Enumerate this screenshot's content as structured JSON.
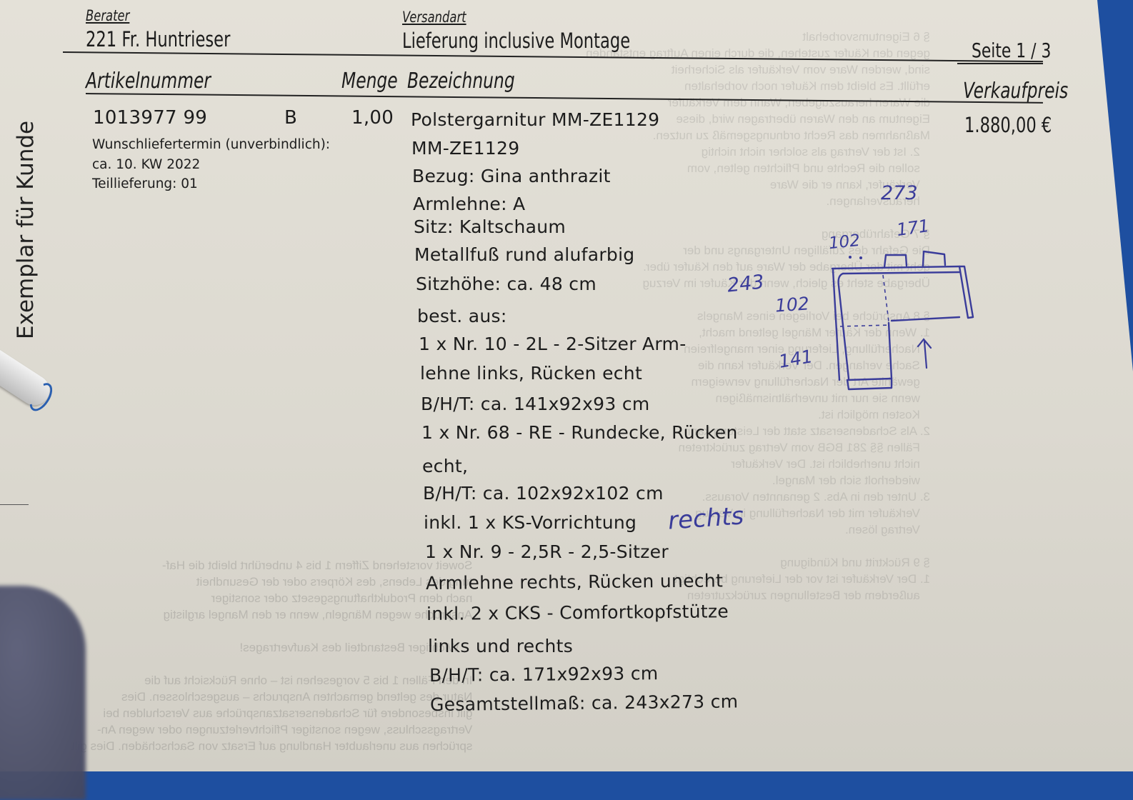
{
  "document": {
    "side_label": "Exemplar für Kunde",
    "header": {
      "berater_label": "Berater",
      "berater_value": "221 Fr. Huntrieser",
      "versandart_label": "Versandart",
      "versandart_value": "Lieferung inclusive Montage",
      "page": "Seite 1 / 3"
    },
    "columns": {
      "artikelnummer": "Artikelnummer",
      "menge": "Menge",
      "bezeichnung": "Bezeichnung",
      "verkaufpreis": "Verkaufpreis"
    },
    "item": {
      "artikelnummer": "1013977 99",
      "code": "B",
      "menge": "1,00",
      "price": "1.880,00 €",
      "delivery_label": "Wunschliefertermin (unverbindlich):",
      "delivery_week": "ca. 10. KW 2022",
      "partial_delivery": "Teillieferung: 01",
      "description_lines": [
        "Polstergarnitur MM-ZE1129",
        "MM-ZE1129",
        "Bezug: Gina anthrazit",
        "Armlehne: A",
        "Sitz: Kaltschaum",
        "Metallfuß rund alufarbig",
        "Sitzhöhe: ca. 48 cm",
        "best. aus:",
        "1 x Nr. 10 - 2L - 2-Sitzer Arm-",
        "lehne links, Rücken echt",
        "B/H/T: ca. 141x92x93 cm",
        "1 x Nr. 68 - RE - Rundecke, Rücken",
        "echt,",
        "B/H/T: ca. 102x92x102 cm",
        "inkl. 1 x KS-Vorrichtung",
        "1 x Nr. 9 - 2,5R - 2,5-Sitzer",
        "Armlehne rechts, Rücken unecht",
        "inkl. 2 x CKS - Comfortkopfstütze",
        "links und rechts",
        "B/H/T: ca. 171x92x93 cm",
        "Gesamtstellmaß: ca. 243x273 cm"
      ]
    },
    "handwritten": {
      "note_rechts": "rechts",
      "sketch_labels": {
        "total_width": "273",
        "right_section": "171",
        "corner_top": "102",
        "total_depth": "243",
        "corner_side": "102",
        "left_section": "141"
      },
      "ink_color": "#3a3c9a"
    },
    "colors": {
      "paper": "#dedbd2",
      "ink": "#1c1c1c",
      "background": "#1e4fa0"
    }
  }
}
